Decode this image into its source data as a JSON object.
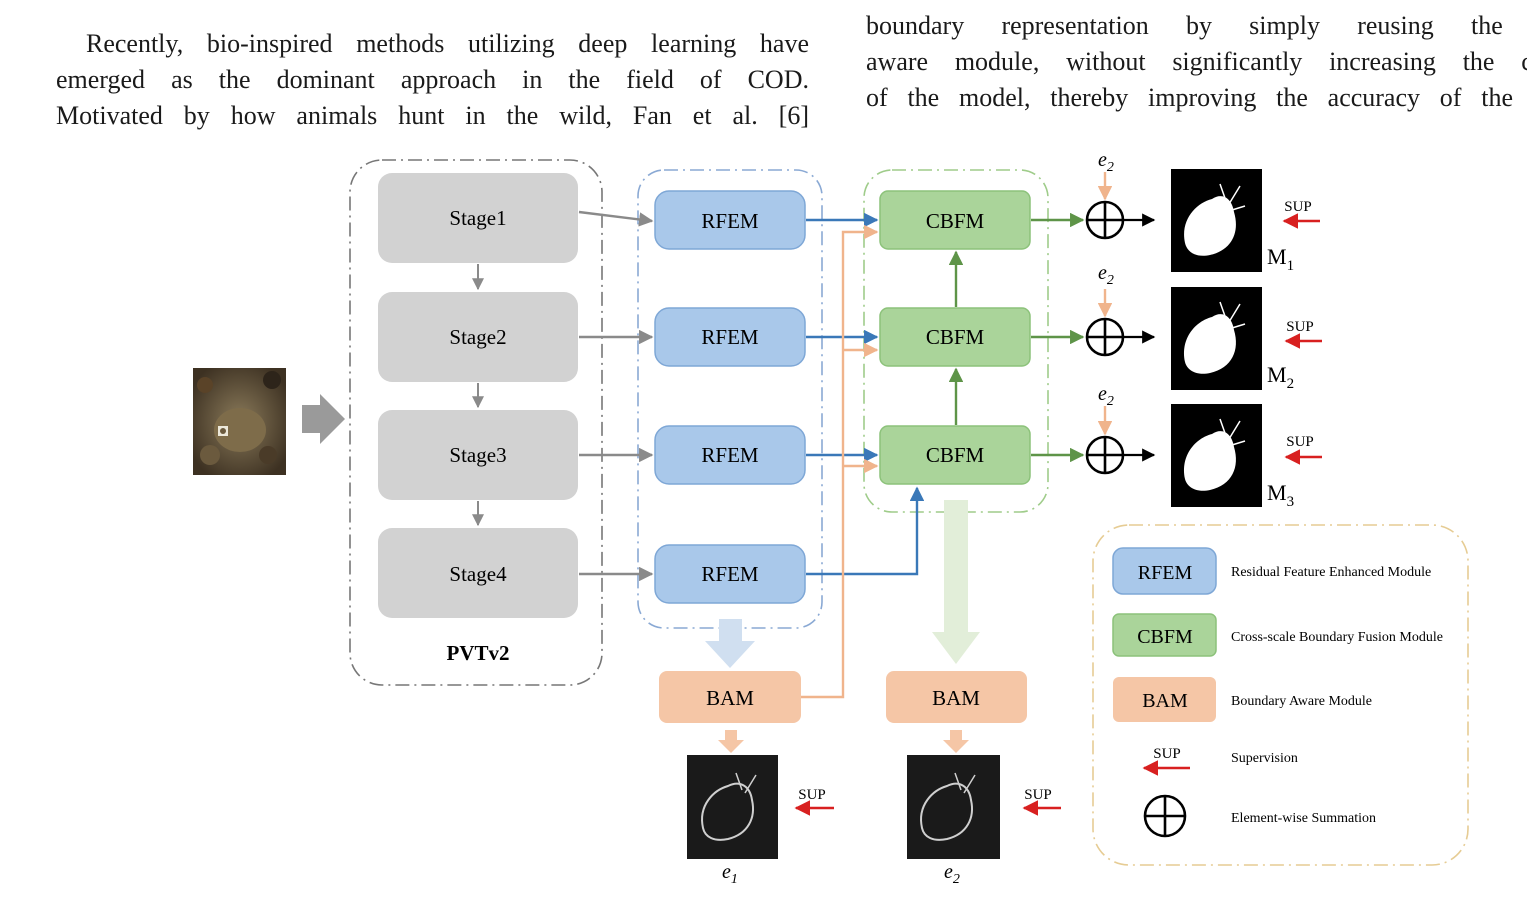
{
  "text": {
    "left_lines": [
      "Recently, bio-inspired methods utilizing deep learning have",
      "emerged as the dominant approach in the field of COD.",
      "Motivated by how animals hunt in the wild, Fan et al. [6]"
    ],
    "right_lines": [
      "boundary representation by simply reusing the bo",
      "aware module, without significantly increasing the com",
      "of the model, thereby improving the accuracy of the mo"
    ]
  },
  "diagram": {
    "backbone_label": "PVTv2",
    "stages": [
      "Stage1",
      "Stage2",
      "Stage3",
      "Stage4"
    ],
    "rfem": [
      "RFEM",
      "RFEM",
      "RFEM",
      "RFEM"
    ],
    "cbfm": [
      "CBFM",
      "CBFM",
      "CBFM"
    ],
    "bam": [
      "BAM",
      "BAM"
    ],
    "edge_inputs": [
      "e",
      "e",
      "e"
    ],
    "edge_input_subs": [
      "2",
      "2",
      "2"
    ],
    "outputs": [
      "M",
      "M",
      "M"
    ],
    "output_subs": [
      "1",
      "2",
      "3"
    ],
    "edge_outputs": [
      "e",
      "e"
    ],
    "edge_output_subs": [
      "1",
      "2"
    ],
    "sup_label": "SUP"
  },
  "legend": {
    "items": [
      {
        "abbr": "RFEM",
        "desc": "Residual Feature Enhanced Module"
      },
      {
        "abbr": "CBFM",
        "desc": "Cross-scale Boundary Fusion Module"
      },
      {
        "abbr": "BAM",
        "desc": "Boundary Aware Module"
      },
      {
        "abbr": "SUP",
        "desc": "Supervision"
      },
      {
        "abbr": "",
        "desc": "Element-wise Summation"
      }
    ]
  },
  "colors": {
    "stage_fill": "#d2d2d2",
    "rfem_fill": "#a9c8ea",
    "rfem_stroke": "#7ea7d6",
    "cbfm_fill": "#aad49a",
    "cbfm_stroke": "#8cc27a",
    "bam_fill": "#f5c6a6",
    "blue_arrow": "#3a78b8",
    "green_arrow": "#5e9448",
    "orange_arrow": "#f0b48c",
    "red_arrow": "#d82020",
    "gray_arrow": "#8a8a8a"
  }
}
